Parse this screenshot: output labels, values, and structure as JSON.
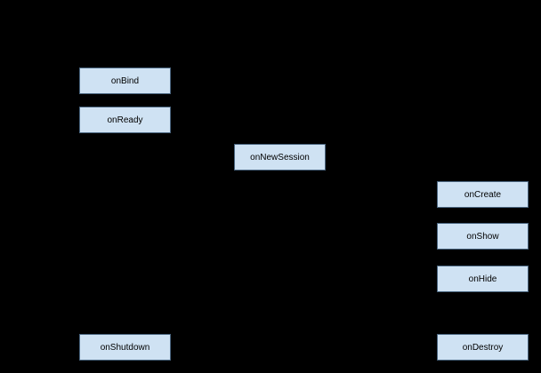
{
  "diagram": {
    "description": "Lifecycle flow diagram with pale blue callback boxes on a black background; connector arrows are not visible",
    "colors": {
      "background": "#000000",
      "node_fill": "#cfe2f3",
      "node_border": "#4a657f",
      "node_text": "#000000"
    },
    "nodes": {
      "onBind": {
        "label": "onBind"
      },
      "onReady": {
        "label": "onReady"
      },
      "onNewSession": {
        "label": "onNewSession"
      },
      "onCreate": {
        "label": "onCreate"
      },
      "onShow": {
        "label": "onShow"
      },
      "onHide": {
        "label": "onHide"
      },
      "onShutdown": {
        "label": "onShutdown"
      },
      "onDestroy": {
        "label": "onDestroy"
      }
    }
  }
}
